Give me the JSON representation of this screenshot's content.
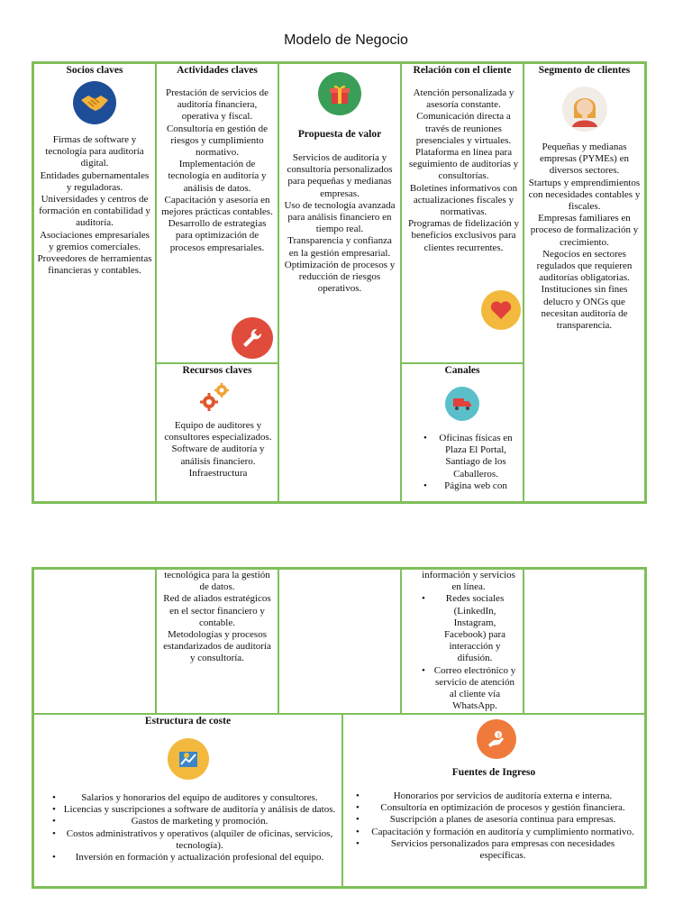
{
  "title": "Modelo de Negocio",
  "colors": {
    "border": "#7fbf5a"
  },
  "socios": {
    "heading": "Socios claves",
    "icon": "handshake-icon",
    "lines": [
      "Firmas de software y tecnología para auditoría digital.",
      "Entidades gubernamentales y reguladoras.",
      "Universidades y centros de formación en contabilidad y auditoría.",
      "Asociaciones empresariales y gremios comerciales.",
      "Proveedores de herramientas financieras y contables."
    ]
  },
  "actividades": {
    "heading": "Actividades claves",
    "icon": "wrench-icon",
    "lines": [
      "Prestación de servicios de auditoría financiera, operativa y fiscal.",
      "Consultoría en gestión de riesgos y cumplimiento normativo.",
      "Implementación de tecnología en auditoría y análisis de datos.",
      "Capacitación y asesoría en mejores prácticas contables.",
      "Desarrollo de estrategias para optimización de procesos empresariales."
    ]
  },
  "propuesta": {
    "heading": "Propuesta de valor",
    "icon": "gift-icon",
    "lines": [
      "Servicios de auditoría y consultoría personalizados para pequeñas y medianas empresas.",
      "Uso de tecnología avanzada para análisis financiero en tiempo real.",
      "Transparencia y confianza en la gestión empresarial.",
      "Optimización de procesos y reducción de riesgos operativos."
    ]
  },
  "relacion": {
    "heading": "Relación con el cliente",
    "icon": "heart-icon",
    "lines": [
      "Atención personalizada y asesoría constante.",
      "Comunicación directa a través de reuniones presenciales y virtuales.",
      "Plataforma en línea para seguimiento de auditorías y consultorías.",
      "Boletines informativos con actualizaciones fiscales y normativas.",
      "Programas de fidelización y beneficios exclusivos para clientes recurrentes."
    ]
  },
  "segmento": {
    "heading": "Segmento de clientes",
    "icon": "woman-avatar-icon",
    "lines": [
      "Pequeñas y medianas empresas (PYMEs) en diversos sectores.",
      "Startups y emprendimientos con necesidades contables y fiscales.",
      "Empresas familiares en proceso de formalización y crecimiento.",
      "Negocios en sectores regulados que requieren auditorías obligatorias.",
      "Instituciones sin fines delucro y ONGs que necesitan auditoría de transparencia."
    ]
  },
  "recursos": {
    "heading": "Recursos claves",
    "icon": "gears-icon",
    "lines": [
      "Equipo de auditores y consultores especializados.",
      "Software de auditoría y análisis financiero.",
      "Infraestructura"
    ],
    "continued_lines": [
      "tecnológica para la gestión de datos.",
      "Red de aliados estratégicos en el sector financiero y contable.",
      "Metodologías y procesos estandarizados de auditoría y consultoría."
    ]
  },
  "canales": {
    "heading": "Canales",
    "icon": "delivery-truck-icon",
    "items": [
      "Oficinas físicas en Plaza El Portal, Santiago de los Caballeros.",
      "Página web con"
    ],
    "continued_text": "información y servicios en línea.",
    "continued_items": [
      "Redes sociales (LinkedIn, Instagram, Facebook) para interacción y difusión.",
      "Correo electrónico y servicio de atención al cliente vía WhatsApp."
    ]
  },
  "costes": {
    "heading": "Estructura de coste",
    "icon": "chart-money-icon",
    "items": [
      "Salarios y honorarios del equipo de auditores y consultores.",
      "Licencias y suscripciones a software de auditoría y análisis de datos.",
      "Gastos de marketing y promoción.",
      "Costos administrativos y operativos (alquiler de oficinas, servicios, tecnología).",
      "Inversión en formación y actualización profesional del equipo."
    ]
  },
  "ingresos": {
    "heading": "Fuentes de Ingreso",
    "icon": "hand-money-icon",
    "items": [
      "Honorarios por servicios de auditoría externa e interna.",
      "Consultoría en optimización de procesos y gestión financiera.",
      "Suscripción a planes de asesoría continua para empresas.",
      "Capacitación y formación en auditoría y cumplimiento normativo.",
      "Servicios personalizados para empresas con necesidades específicas."
    ]
  }
}
